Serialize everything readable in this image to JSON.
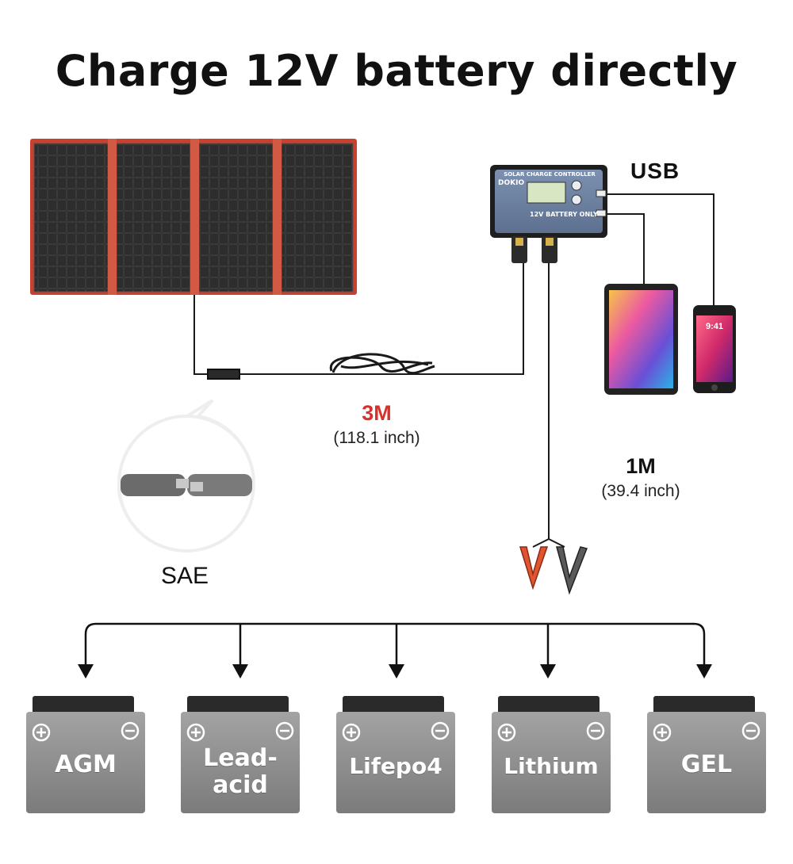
{
  "title": "Charge 12V battery directly",
  "cable_main": {
    "length": "3M",
    "inches": "(118.1 inch)"
  },
  "cable_clamp": {
    "length": "1M",
    "inches": "(39.4 inch)"
  },
  "usb_label": "USB",
  "connector_label": "SAE",
  "controller": {
    "heading": "SOLAR CHARGE CONTROLLER",
    "brand": "DOKIO",
    "battery_note": "12V BATTERY ONLY"
  },
  "phone_time": "9:41",
  "batteries": [
    {
      "line1": "AGM",
      "line2": ""
    },
    {
      "line1": "Lead-",
      "line2": "acid"
    },
    {
      "line1": "Lifepo4",
      "line2": ""
    },
    {
      "line1": "Lithium",
      "line2": ""
    },
    {
      "line1": "GEL",
      "line2": ""
    }
  ],
  "colors": {
    "accent_red": "#d8302b",
    "panel_frame": "#d9533f",
    "panel_cell": "#1c1c1c",
    "controller_body": "#6f84a6",
    "battery_body": "#8c8c8c"
  }
}
